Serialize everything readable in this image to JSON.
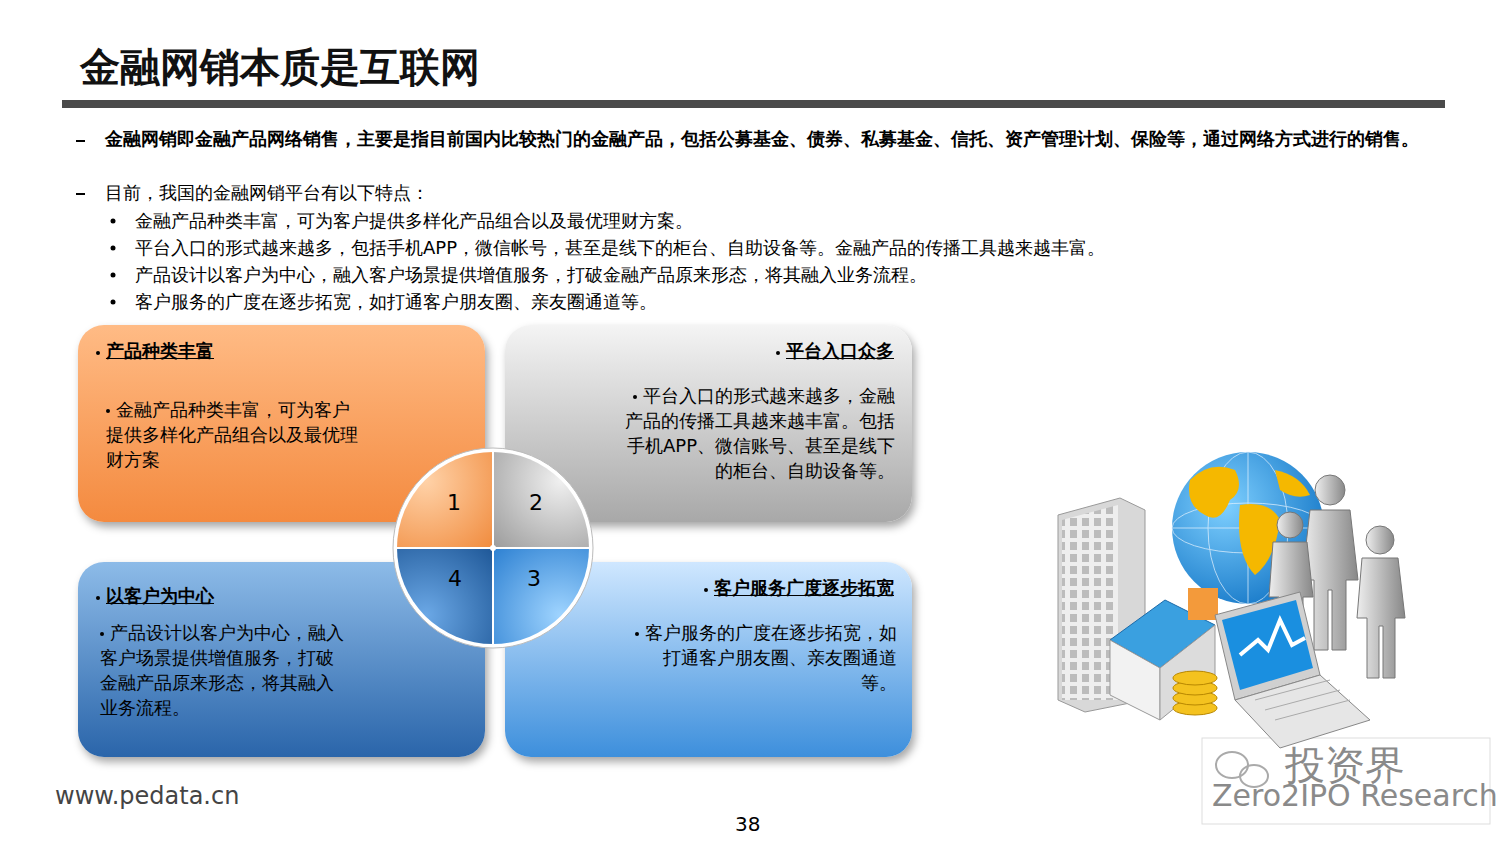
{
  "diagram": {
    "title": "金融网销本质是互联网",
    "nodes": [
      {
        "text": [
          "产品种类丰富",
          "金融产品种类丰富，可为客户提供多样化产品组合以及最优理财方案"
        ]
      },
      {
        "text": [
          "平台入口众多",
          "平台入口的形式越来越多，金融产品的传播工具越来越丰富。包括手机APP、微信账号、甚至是线下的柜台、自助设备等。"
        ]
      },
      {
        "text": [
          "以客户为中心",
          "产品设计以客户为中心，融入客户场景提供增值服务，打破金融产品原来形态，将其融入业务流程。"
        ]
      },
      {
        "text": [
          "客户服务广度逐步拓宽",
          "客户服务的广度在逐步拓宽，如打通客户朋友圈、亲友圈通道等。"
        ]
      }
    ],
    "edges": [],
    "labels": [
      "金融网销即金融产品网络销售，主要是指目前国内比较热门的金融产品，包括公募基金、债券、私募基金、信托、资产管理计划、保险等，通过网络方式进行的销售。",
      "目前，我国的金融网销平台有以下特点：",
      "金融产品种类丰富，可为客户提供多样化产品组合以及最优理财方案。",
      "平台入口的形式越来越多，包括手机APP，微信帐号，甚至是线下的柜台、自助设备等。金融产品的传播工具越来越丰富。",
      "产品设计以客户为中心，融入客户场景提供增值服务，打破金融产品原来形态，将其融入业务流程。",
      "客户服务的广度在逐步拓宽，如打通客户朋友圈、亲友圈通道等。",
      "1",
      "2",
      "3",
      "4",
      "www.pedata.cn",
      "38",
      "投资界",
      "Zero2IPO Research"
    ]
  }
}
